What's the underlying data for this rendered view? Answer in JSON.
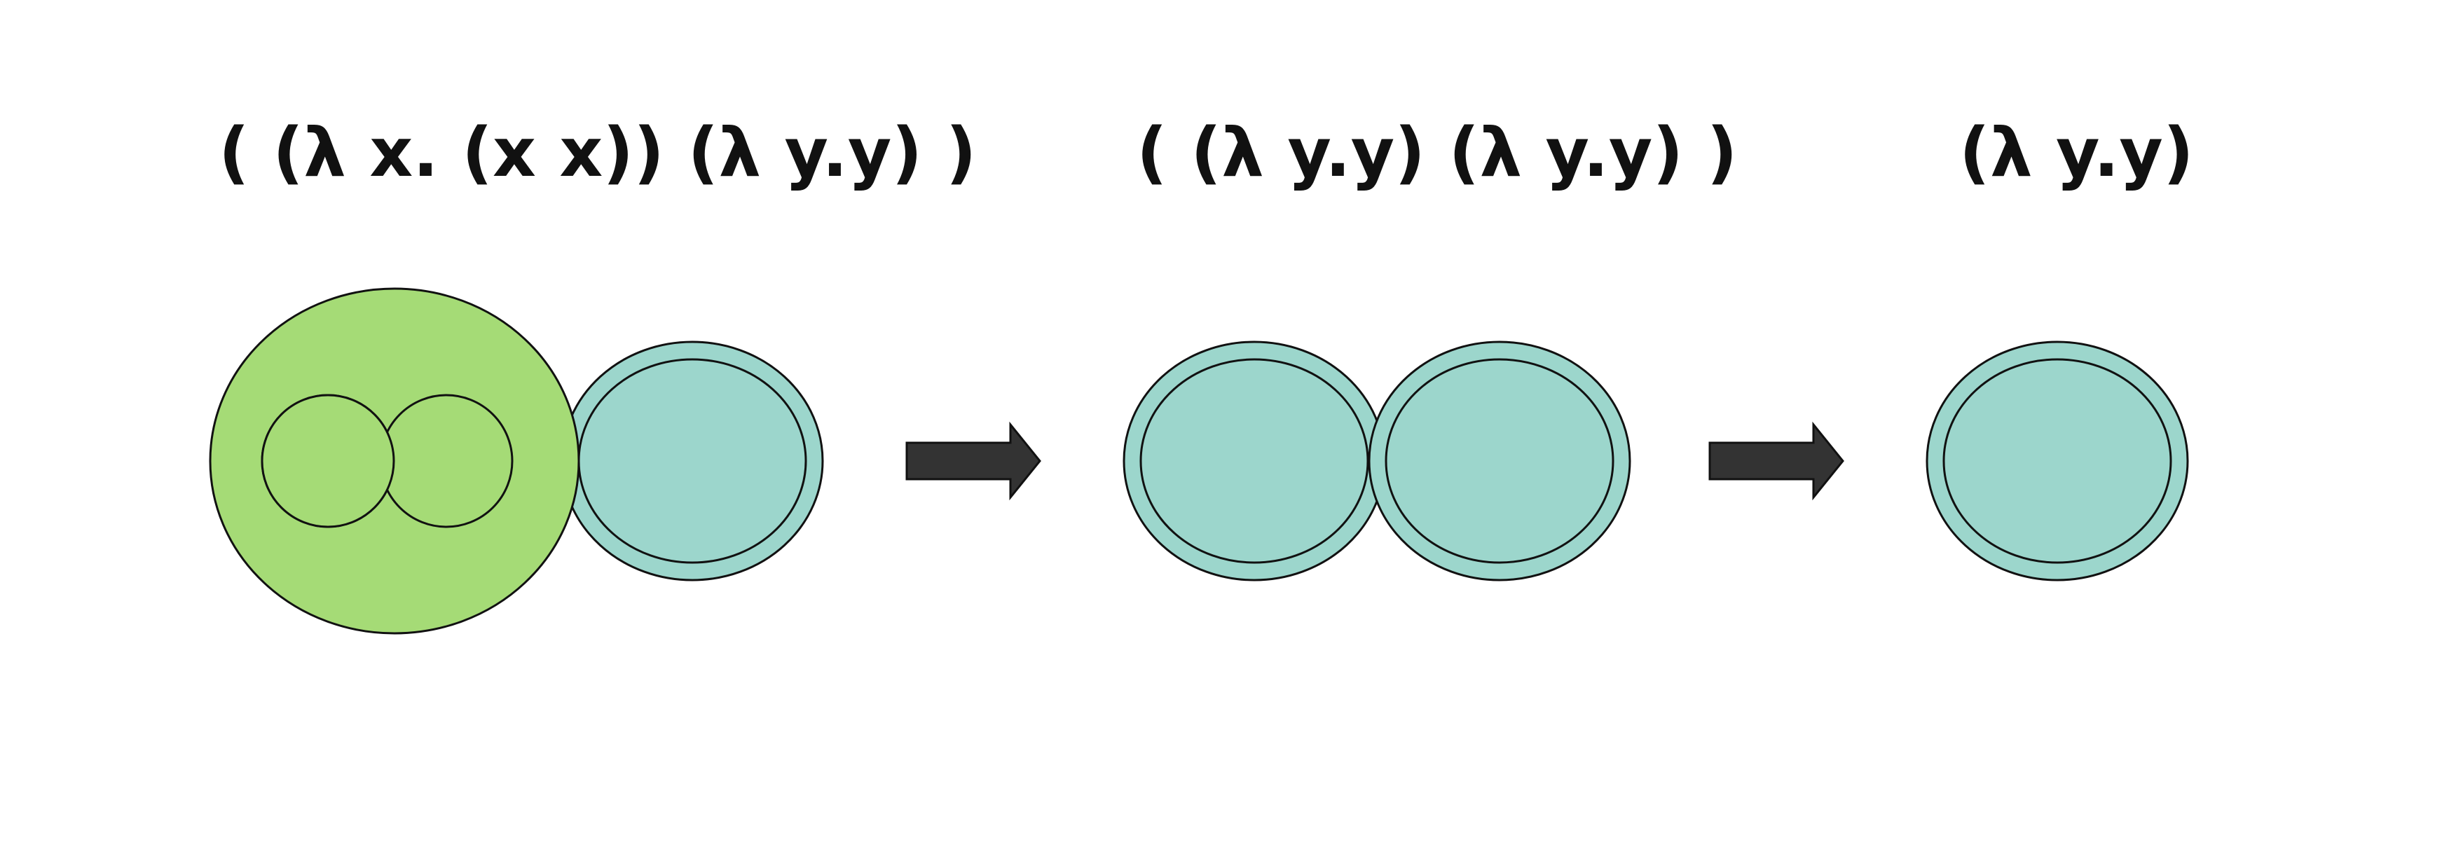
{
  "diagram": {
    "stages": [
      {
        "expression": "( (λ x. (x x)) (λ y.y) )"
      },
      {
        "expression": "( (λ y.y) (λ y.y) )"
      },
      {
        "expression": "(λ y.y)"
      }
    ]
  },
  "colors": {
    "green_function": "#a5db76",
    "teal_function": "#9cd6cc",
    "outline": "#111111",
    "arrow_fill": "#333333",
    "background": "#ffffff"
  }
}
